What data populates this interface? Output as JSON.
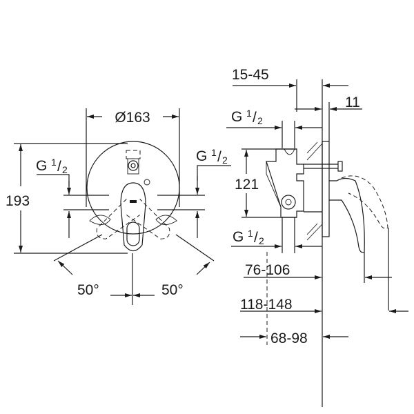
{
  "front_view": {
    "diameter": "Ø163",
    "height": "193",
    "thread_left": {
      "letter": "G",
      "num": "1",
      "slash": "/",
      "den": "2"
    },
    "thread_right": {
      "letter": "G",
      "num": "1",
      "slash": "/",
      "den": "2"
    },
    "angle_left": "50°",
    "angle_right": "50°"
  },
  "side_view": {
    "wall_range": "15-45",
    "plate": "11",
    "thread_top": {
      "letter": "G",
      "num": "1",
      "slash": "/",
      "den": "2"
    },
    "connection_spacing": "121",
    "thread_bottom": {
      "letter": "G",
      "num": "1",
      "slash": "/",
      "den": "2"
    },
    "depth_1": "76-106",
    "depth_2": "118-148",
    "depth_3": "68-98"
  }
}
